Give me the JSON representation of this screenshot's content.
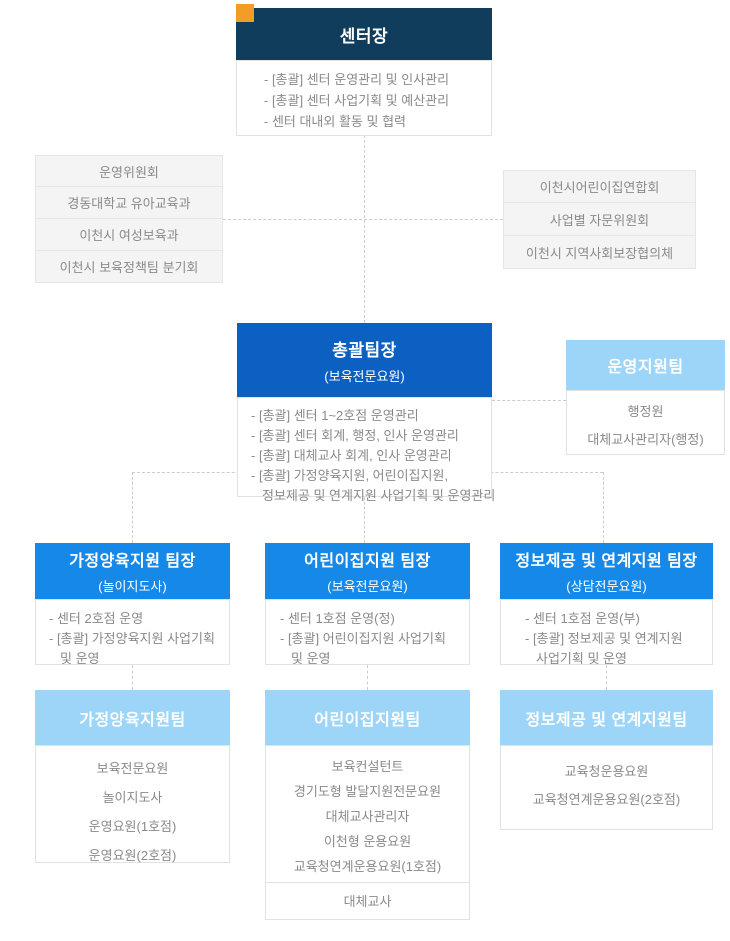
{
  "colors": {
    "navy": "#113d5c",
    "orange_accent": "#f29d26",
    "primary_blue": "#0b60c1",
    "bright_blue": "#1588e8",
    "light_blue": "#9dd5f8",
    "text_gray": "#8a8a8a"
  },
  "director": {
    "title": "센터장",
    "duties": [
      "- [총괄] 센터 운영관리 및 인사관리",
      "- [총괄] 센터 사업기획 및 예산관리",
      "- 센터 대내외 활동 및 협력"
    ]
  },
  "left_committees": [
    "운영위원회",
    "경동대학교 유아교육과",
    "이천시 여성보육과",
    "이천시 보육정책팀 분기회"
  ],
  "right_committees": [
    "이천시어린이집연합회",
    "사업별 자문위원회",
    "이천시 지역사회보장협의체"
  ],
  "general_manager": {
    "title": "총괄팀장",
    "subtitle": "(보육전문요원)",
    "duties": [
      "- [총괄] 센터 1~2호점 운영관리",
      "- [총괄] 센터 회계, 행정, 인사 운영관리",
      "- [총괄] 대체교사 회계, 인사 운영관리",
      "- [총괄] 가정양육지원, 어린이집지원,",
      "정보제공 및 연계지원 사업기획 및 운영관리"
    ]
  },
  "ops_support_team": {
    "title": "운영지원팀",
    "members": [
      "행정원",
      "대체교사관리자(행정)"
    ]
  },
  "team_leaders": [
    {
      "title": "가정양육지원 팀장",
      "subtitle": "(놀이지도사)",
      "duties": [
        "- 센터 2호점 운영",
        "- [총괄] 가정양육지원 사업기획",
        "및 운영"
      ]
    },
    {
      "title": "어린이집지원 팀장",
      "subtitle": "(보육전문요원)",
      "duties": [
        "- 센터 1호점 운영(정)",
        "- [총괄] 어린이집지원 사업기획",
        "및 운영"
      ]
    },
    {
      "title": "정보제공 및 연계지원 팀장",
      "subtitle": "(상담전문요원)",
      "duties": [
        "- 센터 1호점 운영(부)",
        "- [총괄] 정보제공 및 연계지원",
        "사업기획 및 운영"
      ]
    }
  ],
  "teams": [
    {
      "title": "가정양육지원팀",
      "members": [
        "보육전문요원",
        "놀이지도사",
        "운영요원(1호점)",
        "운영요원(2호점)"
      ]
    },
    {
      "title": "어린이집지원팀",
      "members": [
        "보육컨설턴트",
        "경기도형 발달지원전문요원",
        "대체교사관리자",
        "이천형 운용요원",
        "교육청연계운용요원(1호점)"
      ],
      "extra": "대체교사"
    },
    {
      "title": "정보제공 및 연계지원팀",
      "members": [
        "교육청운용요원",
        "교육청연계운용요원(2호점)"
      ]
    }
  ]
}
